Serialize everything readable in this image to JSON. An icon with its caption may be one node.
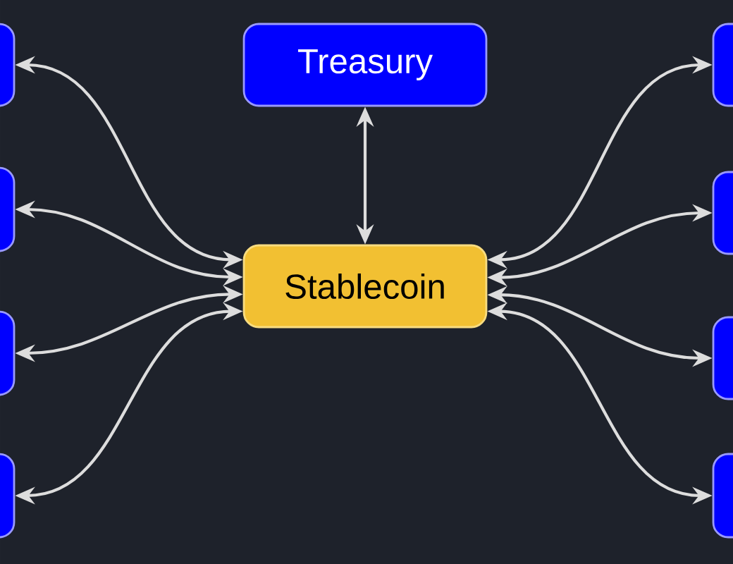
{
  "diagram": {
    "nodes": [
      {
        "text": [
          "Treasury"
        ]
      },
      {
        "text": [
          "Stablecoin"
        ]
      },
      {
        "text": [],
        "shape": "box"
      },
      {
        "text": [],
        "shape": "box"
      },
      {
        "text": [],
        "shape": "box"
      },
      {
        "text": [],
        "shape": "box"
      },
      {
        "text": [],
        "shape": "box"
      },
      {
        "text": [],
        "shape": "box"
      },
      {
        "text": [],
        "shape": "box"
      },
      {
        "text": [],
        "shape": "box"
      }
    ],
    "edges": [
      {
        "from": 0,
        "to": 1,
        "arrow": "both"
      },
      {
        "from": 1,
        "to": 2,
        "arrow": "both"
      },
      {
        "from": 1,
        "to": 3,
        "arrow": "both"
      },
      {
        "from": 1,
        "to": 4,
        "arrow": "both"
      },
      {
        "from": 1,
        "to": 5,
        "arrow": "both"
      },
      {
        "from": 1,
        "to": 6,
        "arrow": "both"
      },
      {
        "from": 1,
        "to": 7,
        "arrow": "both"
      },
      {
        "from": 1,
        "to": 8,
        "arrow": "both"
      },
      {
        "from": 1,
        "to": 9,
        "arrow": "both"
      }
    ]
  }
}
